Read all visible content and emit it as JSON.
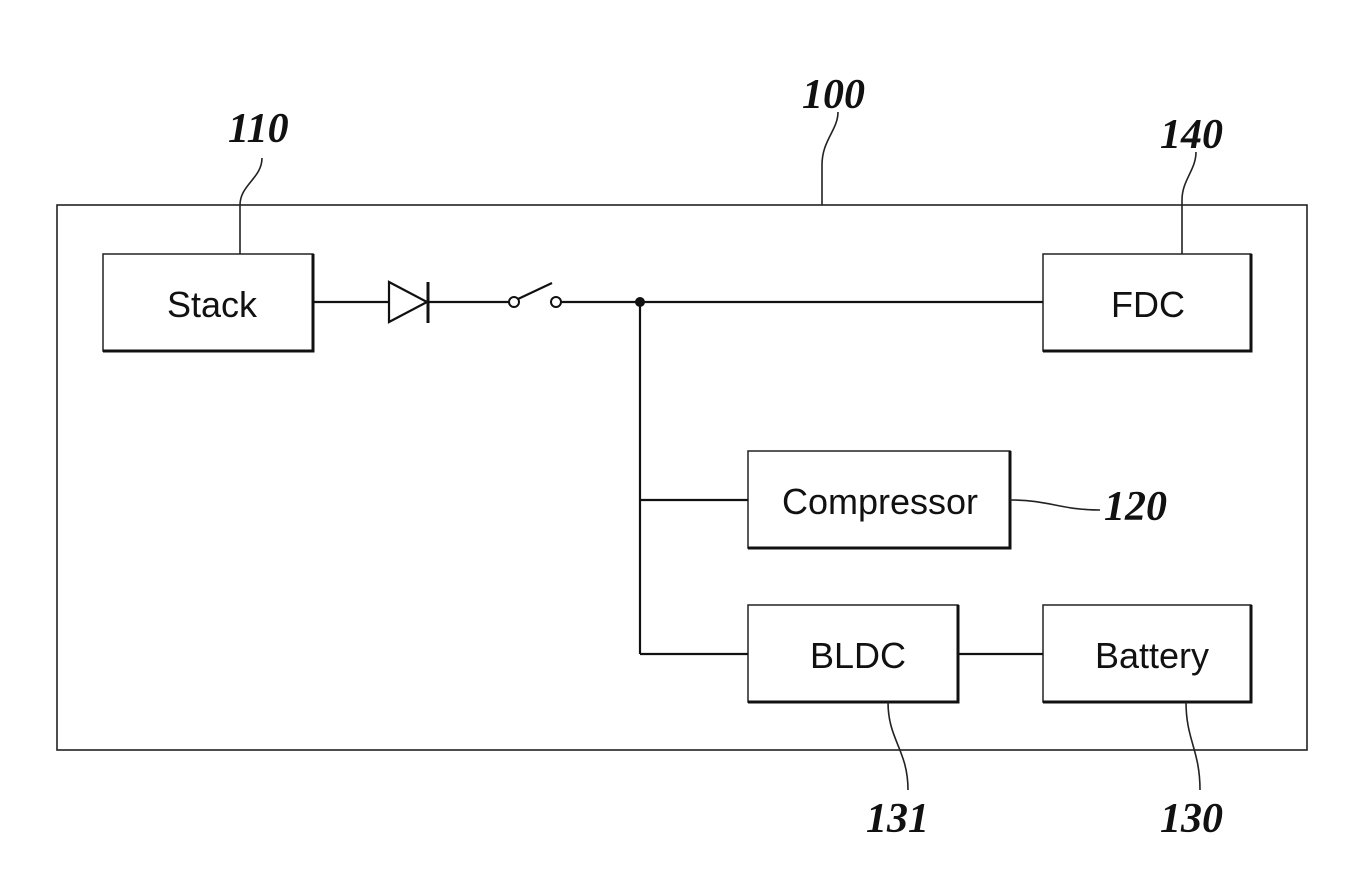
{
  "reference_numerals": {
    "system": "100",
    "stack": "110",
    "compressor": "120",
    "battery": "130",
    "bldc": "131",
    "fdc": "140"
  },
  "blocks": {
    "stack": "Stack",
    "fdc": "FDC",
    "compressor": "Compressor",
    "bldc": "BLDC",
    "battery": "Battery"
  },
  "symbols": {
    "diode": "diode-icon",
    "switch": "switch-icon",
    "junction": "junction-dot"
  }
}
